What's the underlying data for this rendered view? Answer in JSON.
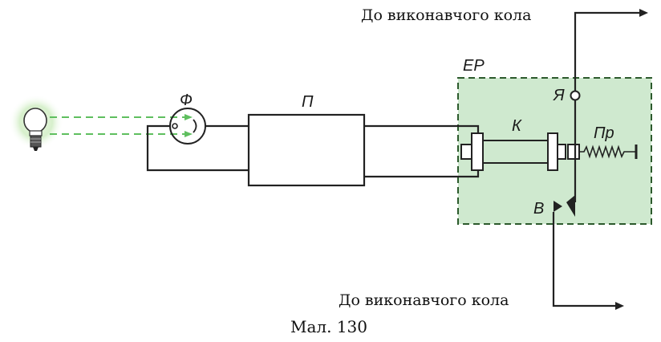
{
  "labels": {
    "top_output": "До виконавчого кола",
    "bottom_output": "До виконавчого кола",
    "photocell": "Ф",
    "amplifier": "П",
    "relay": "ЕР",
    "coil": "К",
    "armature": "Я",
    "spring": "Пр",
    "contact": "В",
    "caption": "Мал. 130"
  },
  "colors": {
    "relay_fill": "#cfe9cf",
    "relay_border": "#2c5a2c",
    "light_beam": "#5fbf5f",
    "bulb_glow": "#dff3d6",
    "wire": "#222222"
  },
  "icons": {
    "light_source": "light-bulb-icon",
    "photocell": "photocell-icon",
    "spring": "spring-icon",
    "arrow": "arrow-right-icon"
  }
}
